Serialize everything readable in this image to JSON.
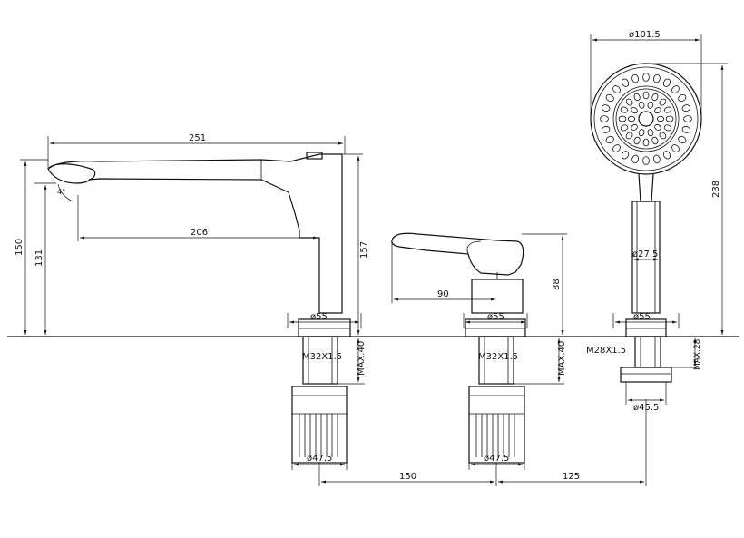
{
  "dimensions": {
    "spout_length": "251",
    "spout_reach": "206",
    "spout_height_total": "150",
    "spout_outlet_height": "131",
    "spout_body_height": "157",
    "spout_base_dia": "ø55",
    "spout_thread": "M32X1.5",
    "spout_max_deck": "MAX.40",
    "spout_nut_dia": "ø47.5",
    "mixer_lever_length": "90",
    "mixer_height": "88",
    "mixer_base_dia": "ø55",
    "mixer_thread": "M32X1.5",
    "mixer_max_deck": "MAX.40",
    "mixer_nut_dia": "ø47.5",
    "centers_spout_mixer": "150",
    "centers_mixer_shower": "125",
    "shower_head_dia": "ø101.5",
    "shower_total_height": "238",
    "shower_handle_dia": "ø27.5",
    "shower_base_dia": "ø55",
    "shower_thread": "M28X1.5",
    "shower_max_deck": "MAX.28",
    "shower_nut_dia": "ø45.5",
    "spout_angle": "4°"
  }
}
